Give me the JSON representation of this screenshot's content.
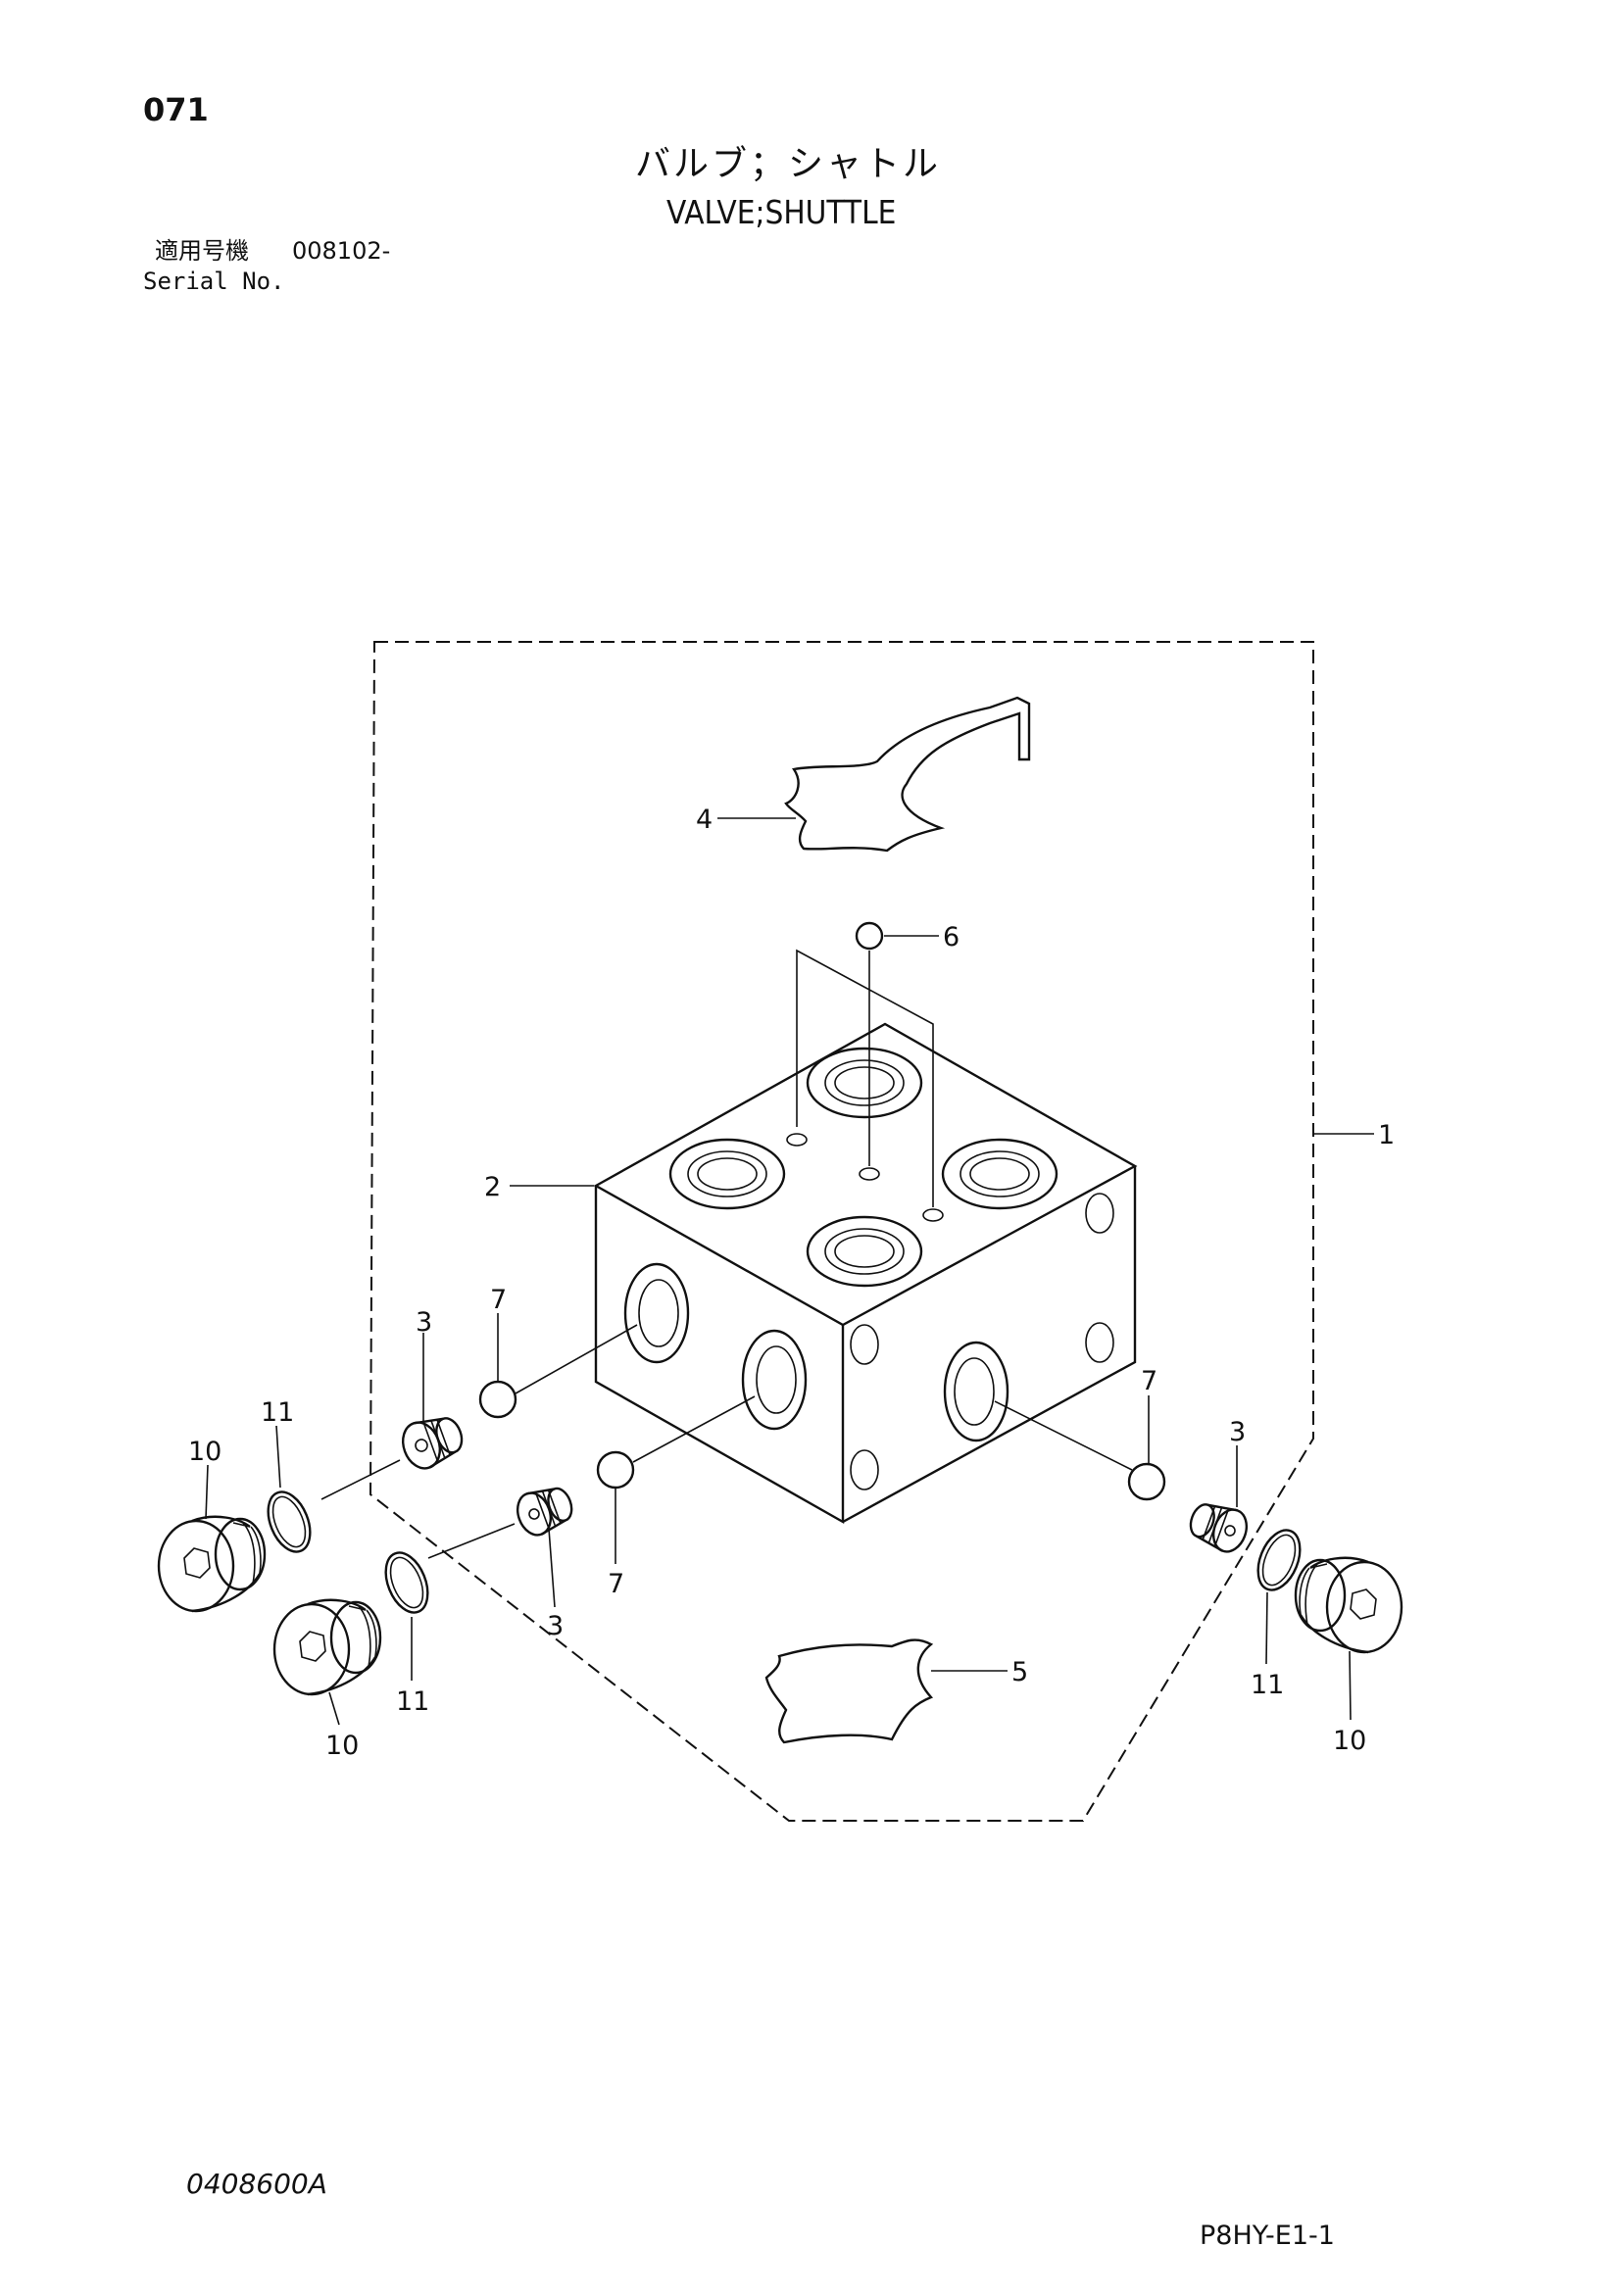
{
  "header": {
    "page_number": "071",
    "title_jp": "バルブ；シャトル",
    "title_en": "VALVE;SHUTTLE",
    "serial_label_jp": "適用号機",
    "serial_value": "008102-",
    "serial_label_en": "Serial No."
  },
  "diagram": {
    "callouts": [
      {
        "id": "c1",
        "label": "1"
      },
      {
        "id": "c2",
        "label": "2"
      },
      {
        "id": "c3a",
        "label": "3"
      },
      {
        "id": "c3b",
        "label": "3"
      },
      {
        "id": "c3c",
        "label": "3"
      },
      {
        "id": "c4",
        "label": "4"
      },
      {
        "id": "c5",
        "label": "5"
      },
      {
        "id": "c6",
        "label": "6"
      },
      {
        "id": "c7a",
        "label": "7"
      },
      {
        "id": "c7b",
        "label": "7"
      },
      {
        "id": "c7c",
        "label": "7"
      },
      {
        "id": "c10a",
        "label": "10"
      },
      {
        "id": "c10b",
        "label": "10"
      },
      {
        "id": "c10c",
        "label": "10"
      },
      {
        "id": "c11a",
        "label": "11"
      },
      {
        "id": "c11b",
        "label": "11"
      },
      {
        "id": "c11c",
        "label": "11"
      }
    ]
  },
  "footer": {
    "doc_code": "0408600A",
    "page_code": "P8HY-E1-1"
  }
}
